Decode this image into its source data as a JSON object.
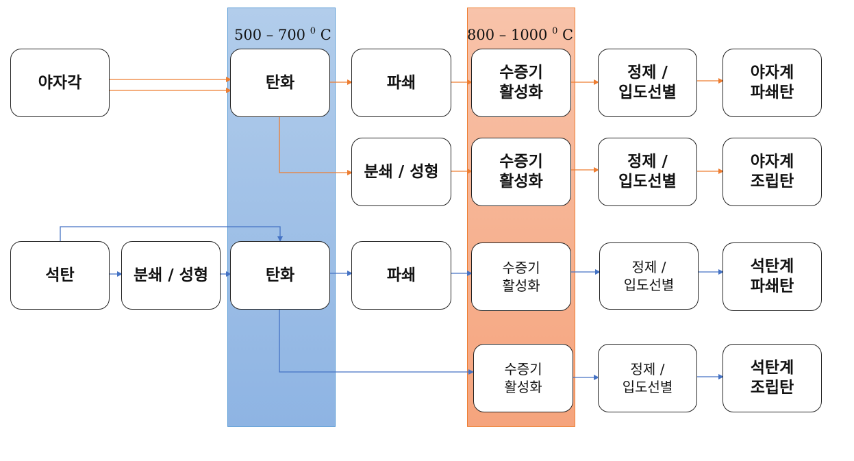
{
  "colors": {
    "carbonization_band": "#9dbfe7",
    "activation_band": "#f6b08f",
    "coconut_flow": "#ed7d31",
    "coal_flow": "#4472c4"
  },
  "bands": {
    "carbonization": {
      "temp_low": "500",
      "dash": " – ",
      "temp_high": "700",
      "degree": "0",
      "unit": " C"
    },
    "activation": {
      "temp_low": "800",
      "dash": " – ",
      "temp_high": "1000",
      "degree": "0",
      "unit": " C"
    }
  },
  "nodes": {
    "coconut_shell": "야자각",
    "carbonize_1": "탄화",
    "crush_1": "파쇄",
    "steam_act_1": "수증기\n활성화",
    "purify_1": "정제 /\n입도선별",
    "product_1": "야자계\n파쇄탄",
    "mold_2": "분쇄 / 성형",
    "steam_act_2": "수증기\n활성화",
    "purify_2": "정제 /\n입도선별",
    "product_2": "야자계\n조립탄",
    "coal": "석탄",
    "mold_3": "분쇄 / 성형",
    "carbonize_3": "탄화",
    "crush_3": "파쇄",
    "steam_act_3": "수증기\n활성화",
    "purify_3": "정제 /\n입도선별",
    "product_3": "석탄계\n파쇄탄",
    "steam_act_4": "수증기\n활성화",
    "purify_4": "정제 /\n입도선별",
    "product_4": "석탄계\n조립탄"
  }
}
